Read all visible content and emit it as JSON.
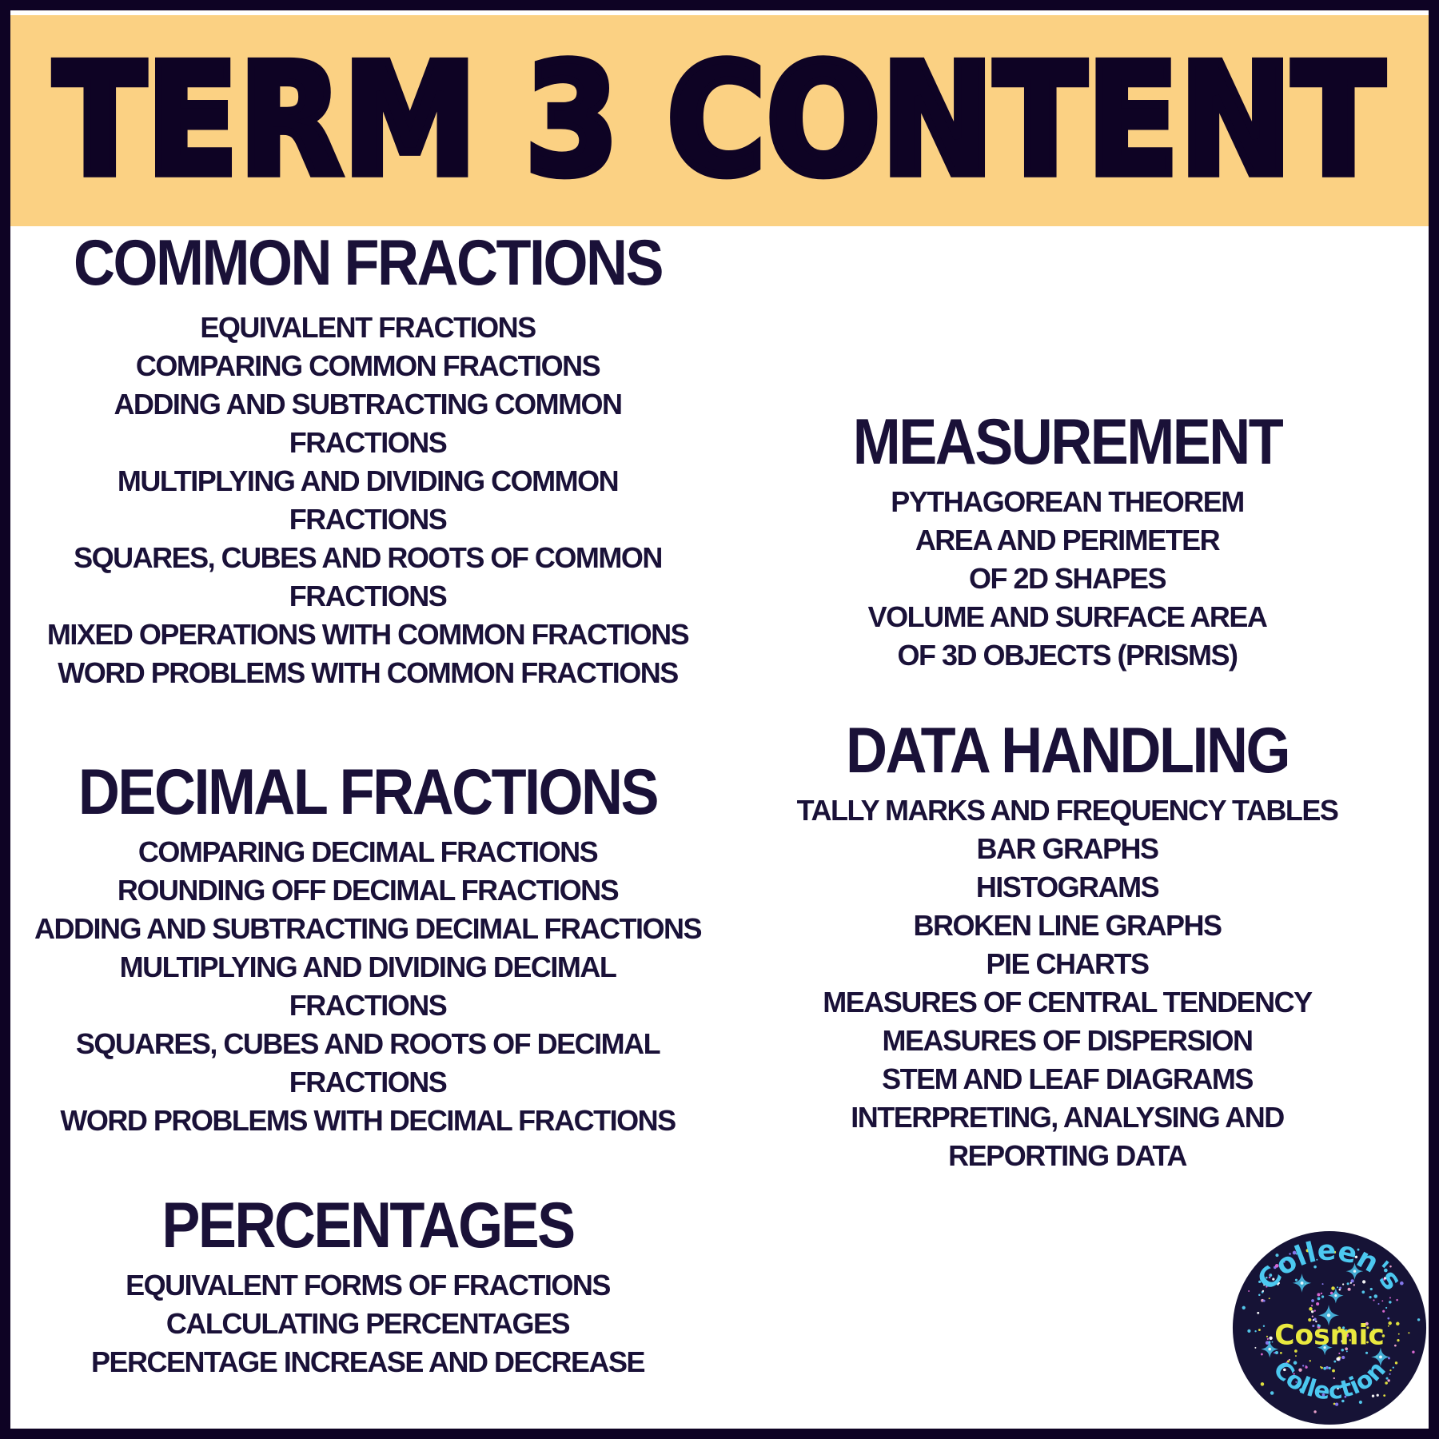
{
  "poster": {
    "title": "TERM 3 CONTENT",
    "colors": {
      "banner_yellow": "#fbd183",
      "navy": "#0e0324",
      "ink": "#1a1138",
      "white": "#ffffff"
    },
    "sections": {
      "common_fractions": {
        "heading": "COMMON FRACTIONS",
        "items": [
          "EQUIVALENT FRACTIONS",
          "COMPARING COMMON FRACTIONS",
          "ADDING AND SUBTRACTING COMMON\nFRACTIONS",
          "MULTIPLYING AND DIVIDING COMMON\nFRACTIONS",
          "SQUARES, CUBES AND ROOTS OF COMMON\nFRACTIONS",
          "MIXED OPERATIONS WITH COMMON FRACTIONS",
          "WORD PROBLEMS WITH COMMON FRACTIONS"
        ]
      },
      "decimal_fractions": {
        "heading": "DECIMAL FRACTIONS",
        "items": [
          "COMPARING DECIMAL FRACTIONS",
          "ROUNDING OFF DECIMAL FRACTIONS",
          "ADDING AND SUBTRACTING DECIMAL FRACTIONS",
          "MULTIPLYING AND DIVIDING DECIMAL\nFRACTIONS",
          "SQUARES, CUBES AND ROOTS OF DECIMAL\nFRACTIONS",
          "WORD PROBLEMS WITH DECIMAL FRACTIONS"
        ]
      },
      "percentages": {
        "heading": "PERCENTAGES",
        "items": [
          "EQUIVALENT FORMS OF FRACTIONS",
          "CALCULATING PERCENTAGES",
          "PERCENTAGE INCREASE AND DECREASE"
        ]
      },
      "measurement": {
        "heading": "MEASUREMENT",
        "items": [
          "PYTHAGOREAN THEOREM",
          "AREA AND PERIMETER\nOF 2D SHAPES",
          "VOLUME AND SURFACE AREA\nOF 3D OBJECTS (PRISMS)"
        ]
      },
      "data_handling": {
        "heading": "DATA HANDLING",
        "items": [
          "TALLY MARKS AND FREQUENCY TABLES",
          "BAR GRAPHS",
          "HISTOGRAMS",
          "BROKEN LINE GRAPHS",
          "PIE CHARTS",
          "MEASURES OF CENTRAL TENDENCY",
          "MEASURES OF DISPERSION",
          "STEM AND LEAF DIAGRAMS",
          "INTERPRETING, ANALYSING AND\nREPORTING DATA"
        ]
      }
    },
    "logo": {
      "line_top": "Colleen's",
      "line_mid": "Cosmic",
      "line_bottom": "Collection",
      "colors": {
        "circle": "#161336",
        "blue": "#4cc8f0",
        "yellow": "#e9e93f"
      }
    }
  }
}
